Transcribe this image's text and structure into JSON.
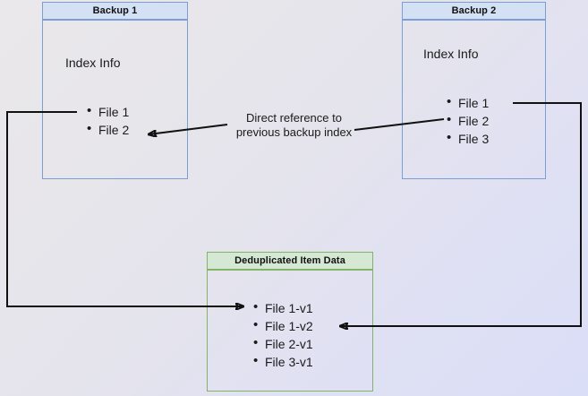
{
  "diagram": {
    "title_hidden": "",
    "colors": {
      "blue_border": "#7b9ed4",
      "blue_header_fill": "#d4e1f5",
      "green_border": "#82b366",
      "green_header_fill": "#d5e8d4",
      "arrow": "#111111",
      "background_start": "#eae8ea",
      "background_end": "#dadef6"
    },
    "boxes": {
      "backup1": {
        "header": "Backup 1",
        "section_label": "Index Info",
        "items": [
          "File 1",
          "File 2"
        ]
      },
      "backup2": {
        "header": "Backup 2",
        "section_label": "Index Info",
        "items": [
          "File 1",
          "File 2",
          "File 3"
        ]
      },
      "dedup": {
        "header": "Deduplicated Item Data",
        "items": [
          "File 1-v1",
          "File 1-v2",
          "File 2-v1",
          "File 3-v1"
        ]
      }
    },
    "annotations": {
      "direct_reference_line1": "Direct reference to",
      "direct_reference_line2": "previous backup index"
    },
    "connectors": [
      {
        "name": "backup1-file1-to-dedup-file1v1",
        "from": "Backup 1 / File 1",
        "to": "Deduplicated Item Data / File 1-v1"
      },
      {
        "name": "backup2-file2-to-backup1-file2",
        "from": "Backup 2 / File 2",
        "to": "Backup 1 / File 2"
      },
      {
        "name": "backup2-file1-to-dedup-file1v2",
        "from": "Backup 2 / File 1",
        "to": "Deduplicated Item Data / File 1-v2"
      }
    ]
  }
}
